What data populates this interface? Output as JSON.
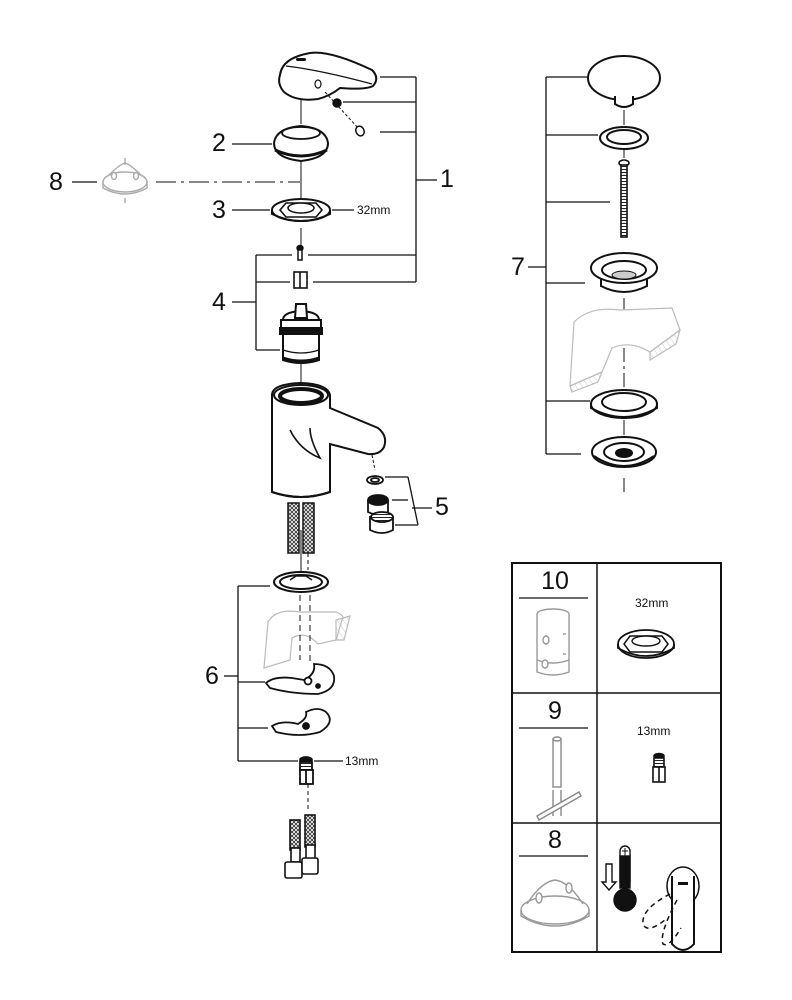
{
  "diagram": {
    "title": "Exploded view – single-lever basin mixer spare parts",
    "callouts": [
      {
        "id": "1",
        "label": "1",
        "part": "Lever handle assembly with grub screw and cap"
      },
      {
        "id": "2",
        "label": "2",
        "part": "Escutcheon / cover cap"
      },
      {
        "id": "3",
        "label": "3",
        "part": "Cartridge retaining nut"
      },
      {
        "id": "4",
        "label": "4",
        "part": "Cartridge with screw and adapter"
      },
      {
        "id": "5",
        "label": "5",
        "part": "Aerator set (seal, insert, housing)"
      },
      {
        "id": "6",
        "label": "6",
        "part": "Mounting set (washer, plates, threaded stud nut)"
      },
      {
        "id": "7",
        "label": "7",
        "part": "Pop-up waste set"
      },
      {
        "id": "8",
        "label": "8",
        "part": "Temperature limiter"
      }
    ],
    "dimensions": {
      "nut_3": "32mm",
      "stud_nut_6": "13mm"
    }
  },
  "tools_table": {
    "rows": [
      {
        "number": "10",
        "tool": "Socket wrench",
        "spec": "32mm",
        "spec_part": "Cartridge nut"
      },
      {
        "number": "9",
        "tool": "Spindle key",
        "spec": "13mm",
        "spec_part": "Stud nut"
      },
      {
        "number": "8",
        "tool": "Temperature limiter",
        "spec": "",
        "spec_part": "Hot-water limitation pictogram"
      }
    ]
  },
  "colors": {
    "line": "#111111",
    "ghost": "#b8b8b8",
    "background": "#ffffff"
  }
}
